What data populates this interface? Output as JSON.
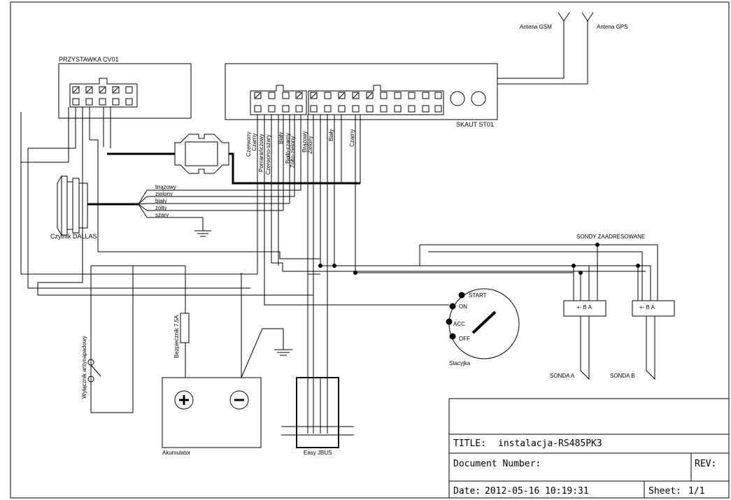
{
  "modules": {
    "przystawka": "PRZYSTAWKA CV01",
    "skaut": "SKAUT ST01",
    "antena_gsm": "Antena GSM",
    "antena_gps": "Antena GPS",
    "czytnik": "Czytnik DALLAS",
    "sondy_header": "SONDY ZAADRESOWANE",
    "sonda_a": "SONDA A",
    "sonda_b": "SONDA B",
    "sonda_pins": "+- B A",
    "stacyjka": "Stacyjka",
    "akumulator": "Akumulator",
    "easyjbus": "Easy JBUS",
    "bezpiecznik": "Bezpiecznik 7.5A",
    "wylacznik": "Wyłącznik antynapadowy"
  },
  "skaut_wires": [
    "Czerwony",
    "Czarny",
    "Pomarańczowy",
    "Czerwono-szary",
    "Biały",
    "Biało-czarny",
    "Żółto-zielony",
    "Brązowy",
    "Zielony",
    "Biały",
    "Czarny"
  ],
  "dallas_wires": [
    "brązowy",
    "zielony",
    "biały",
    "żółty",
    "szary"
  ],
  "ignition": [
    "START",
    "ON",
    "ACC",
    "OFF"
  ],
  "battery": {
    "plus": "+",
    "minus": "−"
  },
  "title_block": {
    "title_label": "TITLE:",
    "title_value": "instalacja-RS485PK3",
    "docnum_label": "Document Number:",
    "rev_label": "REV:",
    "date_label": "Date:",
    "date_value": "2012-05-16 10:19:31",
    "sheet_label": "Sheet:",
    "sheet_value": "1/1"
  }
}
